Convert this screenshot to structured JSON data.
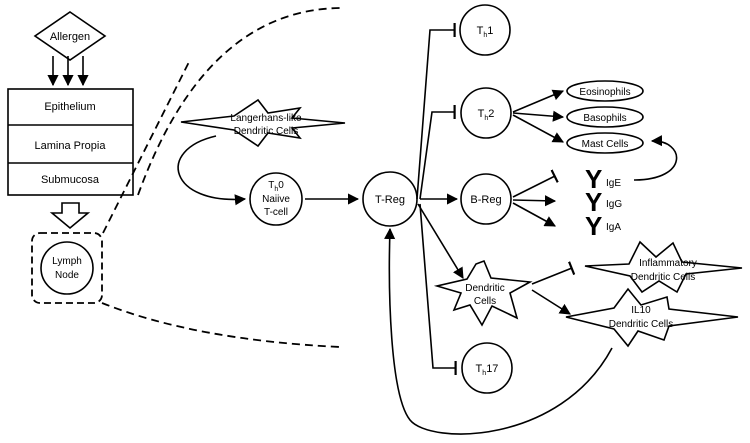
{
  "allergen": "Allergen",
  "layers": [
    "Epithelium",
    "Lamina Propia",
    "Submucosa"
  ],
  "lymph_node": {
    "line1": "Lymph",
    "line2": "Node"
  },
  "langerhans": {
    "line1": "Langerhans-like",
    "line2": "Dendritic Cells"
  },
  "th0": {
    "main": "T",
    "sub": "h",
    "suffix": "0",
    "line2": "Naiive",
    "line3": "T-cell"
  },
  "treg": "T-Reg",
  "th1": {
    "main": "T",
    "sub": "h",
    "suffix": "1"
  },
  "th2": {
    "main": "T",
    "sub": "h",
    "suffix": "2"
  },
  "th17": {
    "main": "T",
    "sub": "h",
    "suffix": "17"
  },
  "breg": "B-Reg",
  "granulocytes": [
    "Eosinophils",
    "Basophils",
    "Mast Cells"
  ],
  "antibodies": [
    {
      "symbol": "Y",
      "label": "IgE"
    },
    {
      "symbol": "Y",
      "label": "IgG"
    },
    {
      "symbol": "Y",
      "label": "IgA"
    }
  ],
  "dendritic": {
    "line1": "Dendritic",
    "line2": "Cells"
  },
  "inflammatory_dc": {
    "line1": "Inflammatory",
    "line2": "Dendritic Cells"
  },
  "il10_dc": {
    "line1": "IL10",
    "line2": "Dendritic Cells"
  }
}
